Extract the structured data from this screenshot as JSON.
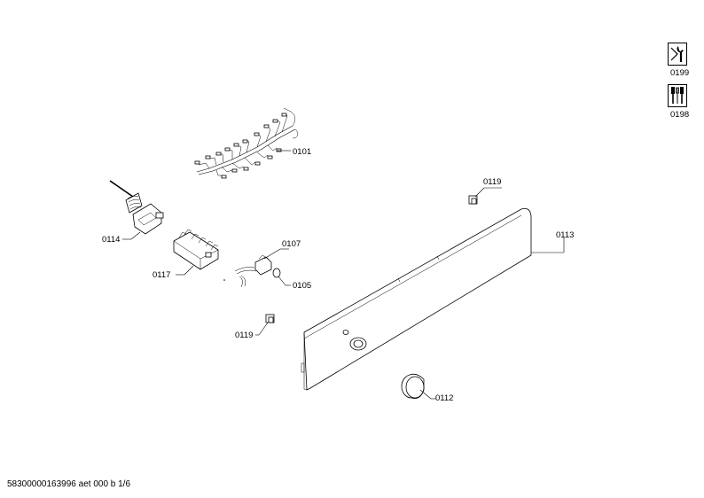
{
  "parts": {
    "p0101": "0101",
    "p0119a": "0119",
    "p0113": "0113",
    "p0114": "0114",
    "p0107": "0107",
    "p0117": "0117",
    "p0105": "0105",
    "p0119b": "0119",
    "p0112": "0112"
  },
  "tools": [
    {
      "code": "0199",
      "icon": "wrench-icon"
    },
    {
      "code": "0198",
      "icon": "screwdriver-set-icon"
    }
  ],
  "footer": {
    "doc_ref": "58300000163996 aet 000 b 1/6"
  }
}
